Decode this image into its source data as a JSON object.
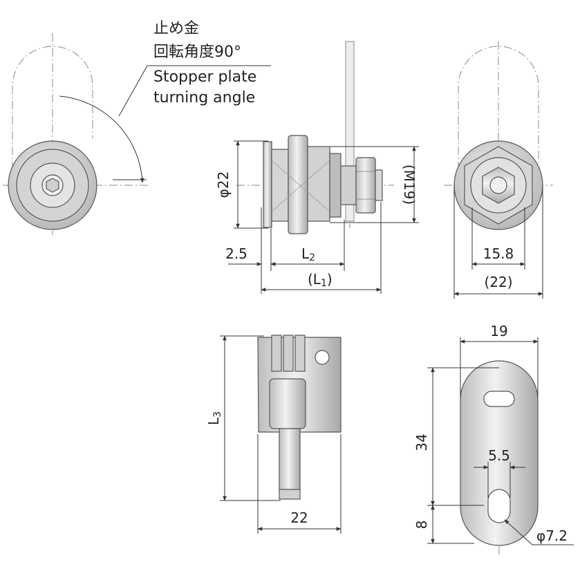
{
  "note": {
    "line1": "止め金",
    "line2": "回転角度90°",
    "line3": "Stopper plate",
    "line4": "turning angle"
  },
  "dims": {
    "phi22": "φ22",
    "m19": "(M19)",
    "d2_5": "2.5",
    "l2_main": "L",
    "l2_sub": "2",
    "l1_open": "(L",
    "l1_sub": "1",
    "l1_close": ")",
    "d15_8": "15.8",
    "d22_paren": "(22)",
    "l3_main": "L",
    "l3_sub": "3",
    "d22": "22",
    "d19": "19",
    "d34": "34",
    "d5_5": "5.5",
    "d8": "8",
    "phi7_2": "φ7.2"
  },
  "colors": {
    "metal_light": "#e6e6e6",
    "metal_mid": "#c8c8c8",
    "metal_dark": "#9a9a9a",
    "line": "#333333"
  }
}
